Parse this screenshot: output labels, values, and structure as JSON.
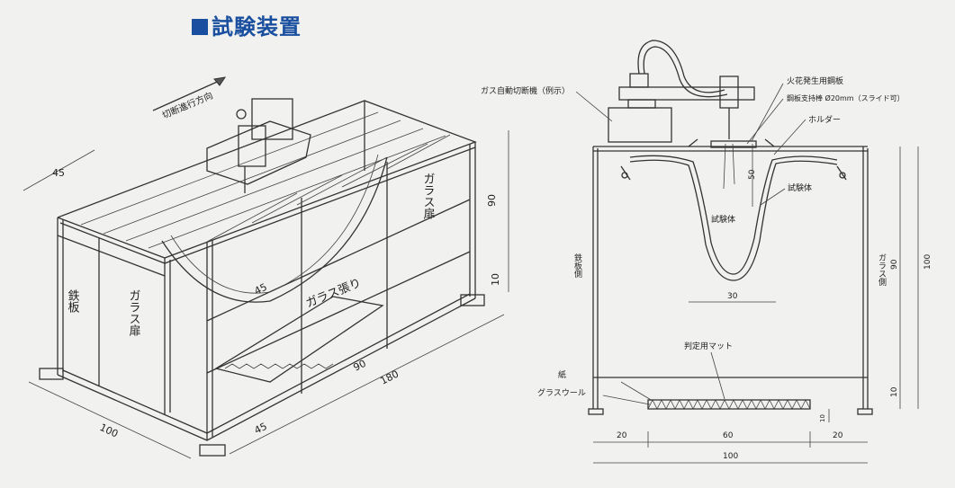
{
  "title": "試験装置",
  "left_view": {
    "direction_label": "切断進行方向",
    "dim_45_top": "45",
    "dim_90_height": "90",
    "dim_10_height": "10",
    "dim_100_width": "100",
    "dim_45_bottom": "45",
    "dim_90_bottom": "90",
    "dim_180_length": "180",
    "dim_45_inner": "45",
    "label_iron_plate": "鉄板",
    "label_glass_door_front": "ガラス扉",
    "label_glass_door_side": "ガラス扉",
    "label_glass_strip": "ガラス張り"
  },
  "right_view": {
    "label_gas_cutter": "ガス自動切断機（例示）",
    "label_spark_plate": "火花発生用鋼板",
    "label_support_rod": "鋼板支持棒 Ø20mm（スライド可）",
    "label_holder": "ホルダー",
    "label_specimen_right": "試験体",
    "label_specimen_center": "試験体",
    "label_iron_side": "鉄板側",
    "label_glass_side": "ガラス側",
    "label_judge_mat": "判定用マット",
    "label_paper": "紙",
    "label_glass_wool": "グラスウール",
    "dim_50": "50",
    "dim_30": "30",
    "dim_90": "90",
    "dim_100_height": "100",
    "dim_10": "10",
    "dim_20_left": "20",
    "dim_60": "60",
    "dim_20_right": "20",
    "dim_100_width": "100",
    "dim_small": "10"
  }
}
